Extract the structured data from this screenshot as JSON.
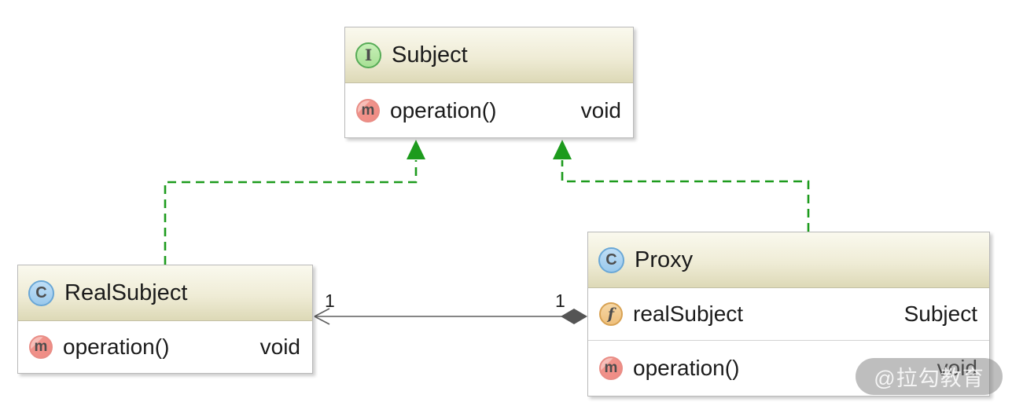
{
  "diagram": {
    "classes": [
      {
        "name": "Subject",
        "kind": "interface",
        "icon_letter": "I",
        "members": [
          {
            "kind": "method",
            "icon_letter": "m",
            "name": "operation()",
            "type": "void"
          }
        ]
      },
      {
        "name": "RealSubject",
        "kind": "class",
        "icon_letter": "C",
        "members": [
          {
            "kind": "method",
            "icon_letter": "m",
            "name": "operation()",
            "type": "void"
          }
        ]
      },
      {
        "name": "Proxy",
        "kind": "class",
        "icon_letter": "C",
        "members": [
          {
            "kind": "field",
            "icon_letter": "f",
            "name": "realSubject",
            "type": "Subject"
          },
          {
            "kind": "method",
            "icon_letter": "m",
            "name": "operation()",
            "type": "void"
          }
        ]
      }
    ],
    "edges": [
      {
        "type": "realization",
        "from": "RealSubject",
        "to": "Subject",
        "style": "green-dashed-arrow"
      },
      {
        "type": "realization",
        "from": "Proxy",
        "to": "Subject",
        "style": "green-dashed-arrow"
      },
      {
        "type": "association",
        "from": "Proxy",
        "to": "RealSubject",
        "from_decoration": "filled-diamond",
        "to_decoration": "open-arrow",
        "from_multiplicity": "1",
        "to_multiplicity": "1"
      }
    ],
    "colors": {
      "realization_green": "#1d9b1d",
      "association_gray": "#5f5f5f",
      "diamond_fill": "#555555",
      "header_gradient_top": "#faf9ee",
      "header_gradient_bottom": "#ddd9b7",
      "interface_icon_fill": "#b5e7a4",
      "interface_icon_border": "#56ab56",
      "class_icon_fill": "#a9d3f1",
      "class_icon_border": "#6aa7d6",
      "method_icon_fill": "#f1948c",
      "field_icon_fill": "#f3c98b",
      "text": "#1b1b1b"
    }
  },
  "watermark": {
    "text": "@拉勾教育"
  }
}
